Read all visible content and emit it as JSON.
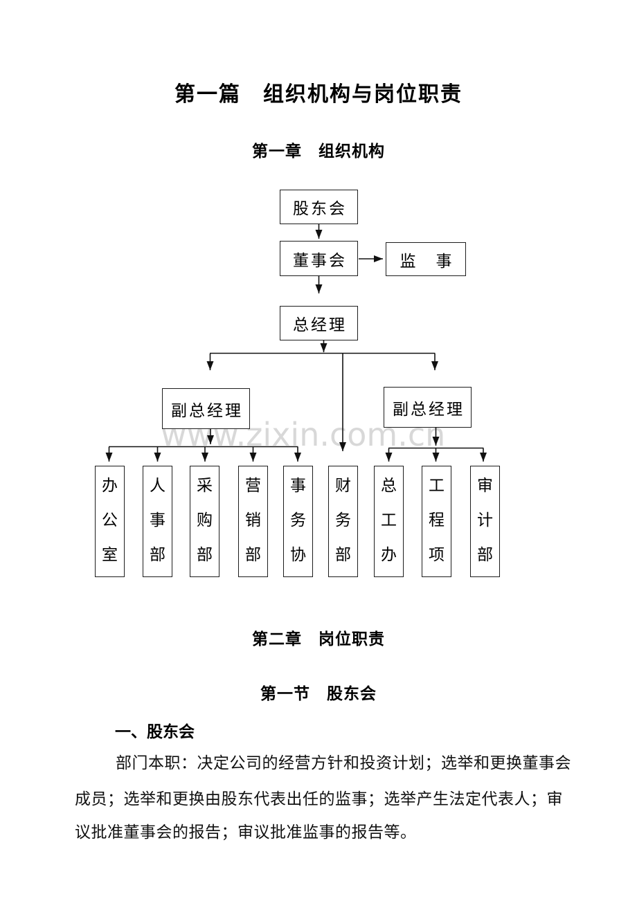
{
  "document": {
    "title": "第一篇　组织机构与岗位职责",
    "chapter1": "第一章　组织机构",
    "chapter2": "第二章　岗位职责",
    "section1": "第一节　股东会",
    "subheading": "一、股东会",
    "paragraph_lines": [
      "部门本职：决定公司的经营方针和投资计划；选举和更换董事会",
      "成员；选举和更换由股东代表出任的监事；选举产生法定代表人；审",
      "议批准董事会的报告；审议批准监事的报告等。"
    ]
  },
  "watermark": "www.zixin.com.cn",
  "chart": {
    "type": "org-chart",
    "nodes": {
      "shareholders": "股东会",
      "board": "董事会",
      "supervisors": "监　事",
      "general_manager": "总经理",
      "vp_left": "副总经理",
      "vp_right": "副总经理"
    },
    "departments": [
      "办公室",
      "人事部",
      "采购部",
      "营销部",
      "事务协",
      "财务部",
      "总工办",
      "工程项",
      "审计部"
    ]
  },
  "colors": {
    "text": "#000000",
    "border": "#1c1c1c",
    "watermark": "#d8d8d8",
    "background": "#ffffff"
  }
}
